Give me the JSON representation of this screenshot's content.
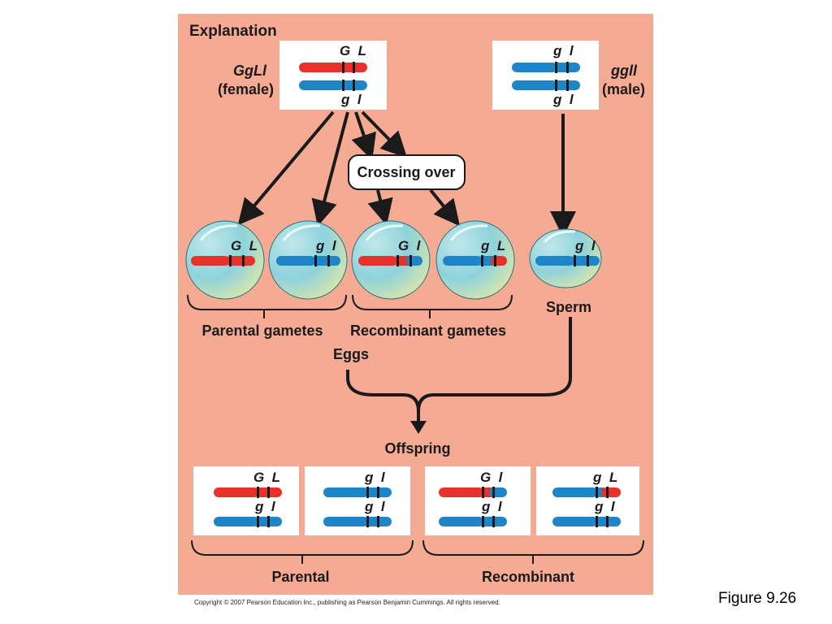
{
  "title": "Explanation",
  "female": {
    "genotype": "GgLl",
    "sex": "(female)",
    "top_labels": "G  L",
    "bottom_labels": "g  l"
  },
  "male": {
    "genotype": "ggll",
    "sex": "(male)",
    "top_labels": "g  l",
    "bottom_labels": "g  l"
  },
  "crossing_over": "Crossing over",
  "gametes": [
    {
      "labels": "G  L"
    },
    {
      "labels": "g  l"
    },
    {
      "labels": "G  l"
    },
    {
      "labels": "g  L"
    }
  ],
  "sperm_gamete": {
    "labels": "g  l"
  },
  "parental_gametes": "Parental gametes",
  "recombinant_gametes": "Recombinant gametes",
  "sperm": "Sperm",
  "eggs": "Eggs",
  "offspring": "Offspring",
  "offspring_boxes": [
    {
      "top": "G  L",
      "bottom": "g  l"
    },
    {
      "top": "g  l",
      "bottom": "g  l"
    },
    {
      "top": "G  l",
      "bottom": "g  l"
    },
    {
      "top": "g  L",
      "bottom": "g  l"
    }
  ],
  "parental": "Parental",
  "recombinant": "Recombinant",
  "figure": "Figure 9.26",
  "copyright": "Copyright © 2007 Pearson Education Inc., publishing as Pearson Benjamin Cummings. All rights reserved.",
  "colors": {
    "panel": "#f5ab93",
    "red_chromosome": "#e8312a",
    "blue_chromosome": "#1e86c8",
    "arrow": "#1a1a1a"
  }
}
